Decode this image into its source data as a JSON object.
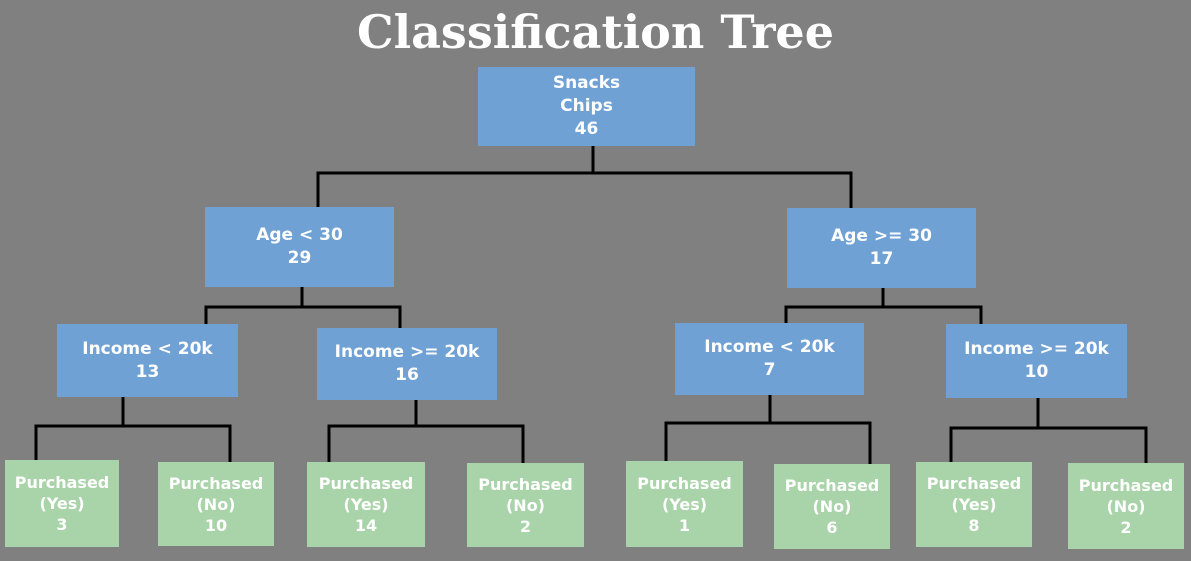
{
  "title": "Classification Tree",
  "colors": {
    "background": "#808080",
    "split_node": "#70a1d4",
    "leaf_node": "#a9d3a8",
    "edge": "#000000",
    "text": "#ffffff"
  },
  "nodes": {
    "root": {
      "line1": "Snacks",
      "line2": "Chips",
      "count": "46"
    },
    "age_lt30": {
      "line1": "Age < 30",
      "count": "29"
    },
    "age_ge30": {
      "line1": "Age >= 30",
      "count": "17"
    },
    "a_inc_lt20": {
      "line1": "Income < 20k",
      "count": "13"
    },
    "a_inc_ge20": {
      "line1": "Income >= 20k",
      "count": "16"
    },
    "b_inc_lt20": {
      "line1": "Income < 20k",
      "count": "7"
    },
    "b_inc_ge20": {
      "line1": "Income >= 20k",
      "count": "10"
    },
    "leaf1": {
      "line1": "Purchased",
      "line2": "(Yes)",
      "count": "3"
    },
    "leaf2": {
      "line1": "Purchased",
      "line2": "(No)",
      "count": "10"
    },
    "leaf3": {
      "line1": "Purchased",
      "line2": "(Yes)",
      "count": "14"
    },
    "leaf4": {
      "line1": "Purchased",
      "line2": "(No)",
      "count": "2"
    },
    "leaf5": {
      "line1": "Purchased",
      "line2": "(Yes)",
      "count": "1"
    },
    "leaf6": {
      "line1": "Purchased",
      "line2": "(No)",
      "count": "6"
    },
    "leaf7": {
      "line1": "Purchased",
      "line2": "(Yes)",
      "count": "8"
    },
    "leaf8": {
      "line1": "Purchased",
      "line2": "(No)",
      "count": "2"
    }
  }
}
